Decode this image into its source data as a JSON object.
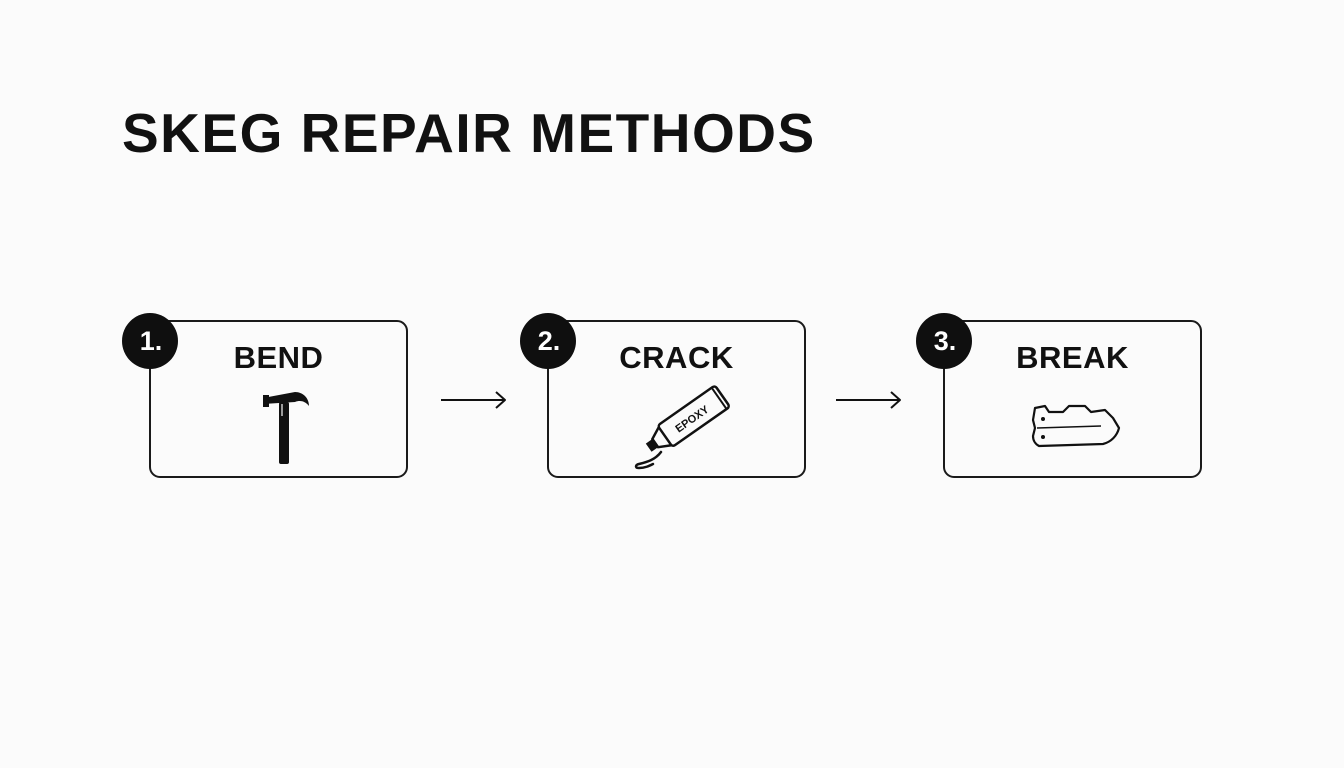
{
  "title": "SKEG REPAIR METHODS",
  "steps": [
    {
      "number": "1.",
      "label": "BEND",
      "icon": "hammer-icon"
    },
    {
      "number": "2.",
      "label": "CRACK",
      "icon": "epoxy-tube-icon",
      "icon_text": "EPOXY"
    },
    {
      "number": "3.",
      "label": "BREAK",
      "icon": "skeg-fin-icon"
    }
  ],
  "colors": {
    "background": "#fbfbfb",
    "ink": "#111111",
    "badge": "#0f0f0f",
    "badge_text": "#ffffff"
  }
}
